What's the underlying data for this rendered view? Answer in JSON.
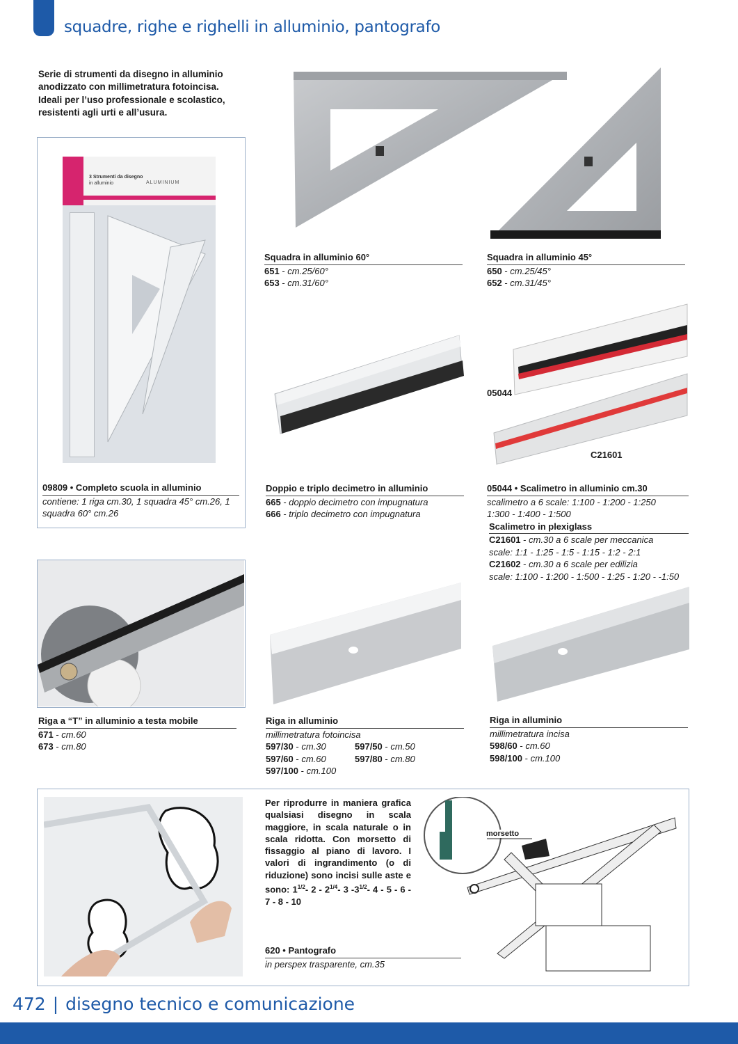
{
  "header": {
    "title": "squadre, righe e righelli in alluminio, pantografo"
  },
  "intro": "Serie di strumenti da disegno in alluminio anodizzato con millimetratura fotoincisa. Ideali per l’uso professionale e scolastico, resistenti agli urti e all’usura.",
  "package": {
    "line1": "3 Strumenti da disegno",
    "line2": "in alluminio",
    "brand": "ALUMINIUM"
  },
  "items": {
    "sq60": {
      "title": "Squadra in alluminio 60°",
      "r1_code": "651",
      "r1_desc": "cm.25/60°",
      "r2_code": "653",
      "r2_desc": "cm.31/60°"
    },
    "sq45": {
      "title": "Squadra in alluminio 45°",
      "r1_code": "650",
      "r1_desc": "cm.25/45°",
      "r2_code": "652",
      "r2_desc": "cm.31/45°"
    },
    "kit": {
      "title": "09809 • Completo scuola in alluminio",
      "desc": "contiene: 1 riga cm.30, 1 squadra 45° cm.26, 1 squadra 60° cm.26"
    },
    "dec": {
      "title": "Doppio e triplo decimetro in alluminio",
      "r1_code": "665",
      "r1_desc": "doppio decimetro con impugnatura",
      "r2_code": "666",
      "r2_desc": "triplo decimetro con impugnatura"
    },
    "scal": {
      "label_a": "05044",
      "label_b": "C21601",
      "title": "05044 • Scalimetro in alluminio cm.30",
      "desc1": "scalimetro a 6 scale: 1:100 - 1:200 - 1:250",
      "desc2": "1:300 - 1:400 - 1:500",
      "title2": "Scalimetro in plexiglass",
      "r1_code": "C21601",
      "r1_desc": "cm.30 a 6 scale per meccanica",
      "r1_scale": "scale: 1:1 - 1:25 - 1:5 - 1:15 - 1:2 - 2:1",
      "r2_code": "C21602",
      "r2_desc": "cm.30 a 6 scale per edilizia",
      "r2_scale": "scale: 1:100 - 1:200 - 1:500 - 1:25 - 1:20 - -1:50"
    },
    "tsq": {
      "title": "Riga a “T” in alluminio a testa mobile",
      "r1_code": "671",
      "r1_desc": "cm.60",
      "r2_code": "673",
      "r2_desc": "cm.80"
    },
    "riga1": {
      "title": "Riga in alluminio",
      "sub": "millimetratura fotoincisa",
      "a_code": "597/30",
      "a_desc": "cm.30",
      "b_code": "597/50",
      "b_desc": "cm.50",
      "c_code": "597/60",
      "c_desc": "cm.60",
      "d_code": "597/80",
      "d_desc": "cm.80",
      "e_code": "597/100",
      "e_desc": "cm.100"
    },
    "riga2": {
      "title": "Riga in alluminio",
      "sub": "millimetratura incisa",
      "r1_code": "598/60",
      "r1_desc": "cm.60",
      "r2_code": "598/100",
      "r2_desc": "cm.100"
    },
    "panto": {
      "text": "Per riprodurre in maniera grafica qualsiasi disegno in scala maggiore, in scala naturale o in scala ridotta. Con morsetto di fissaggio al piano di lavoro. I valori di ingrandimento (o di riduzione) sono incisi sulle aste e sono: 1",
      "sup1": "1/2",
      "t2": "- 2 - 2",
      "sup2": "1/4",
      "t3": "- 3 -3",
      "sup3": "1/2",
      "t4": "- 4 - 5 - 6 - 7 - 8 - 10",
      "clamp_label": "morsetto",
      "title": "620 • Pantografo",
      "desc": "in perspex trasparente, cm.35"
    }
  },
  "footer": {
    "page": "472",
    "section": "disegno tecnico e comunicazione"
  },
  "colors": {
    "accent": "#1e5aa8",
    "frame": "#9cb0c9"
  }
}
